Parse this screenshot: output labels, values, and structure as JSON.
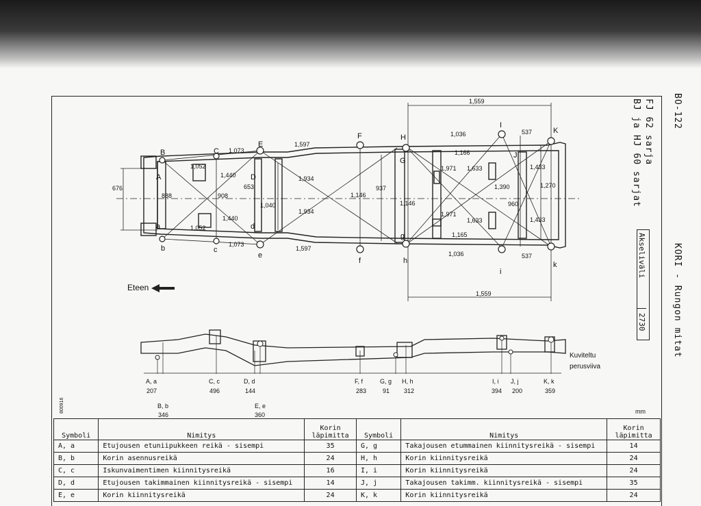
{
  "header": {
    "page_code": "BO-122",
    "model_line1": "FJ 62 sarja",
    "model_line2": "BJ ja HJ 60 sarjat",
    "section_title": "KORI - Rungon mitat"
  },
  "axle": {
    "label": "Akseliväli",
    "value": "2730"
  },
  "diagram": {
    "front_label": "Eteen",
    "baseline_label_1": "Kuviteltu",
    "baseline_label_2": "perusviiva",
    "unit": "mm",
    "figure_code": "800916",
    "point_letters": [
      "A",
      "B",
      "C",
      "D",
      "E",
      "F",
      "G",
      "H",
      "I",
      "J",
      "K",
      "a",
      "b",
      "c",
      "d",
      "e",
      "f",
      "g",
      "h",
      "i",
      "k"
    ],
    "dimensions": {
      "d676": "676",
      "d888": "888",
      "d908": "908",
      "d653": "653",
      "d1052a": "1,052",
      "d1052b": "1,052",
      "d1073a": "1,073",
      "d1073b": "1,073",
      "d1440a": "1,440",
      "d1440b": "1,440",
      "d1597a": "1,597",
      "d1597b": "1,597",
      "d1934a": "1,934",
      "d1934b": "1,934",
      "d1040": "1,040",
      "d1146a": "1,146",
      "d1146b": "1,146",
      "d937": "937",
      "d1559a": "1,559",
      "d1559b": "1,559",
      "d1036a": "1,036",
      "d1036b": "1,036",
      "d537a": "537",
      "d537b": "537",
      "d1166": "1,166",
      "d1165": "1,165",
      "d1971a": "1,971",
      "d1971b": "1,971",
      "d1633a": "1,633",
      "d1633b": "1,633",
      "d1390": "1,390",
      "d960": "960",
      "d1433a": "1,433",
      "d1433b": "1,433",
      "d1270": "1,270"
    },
    "heights": [
      {
        "sym": "A, a",
        "val": "207"
      },
      {
        "sym": "B, b",
        "val": "346"
      },
      {
        "sym": "C, c",
        "val": "496"
      },
      {
        "sym": "D, d",
        "val": "144"
      },
      {
        "sym": "E, e",
        "val": "360"
      },
      {
        "sym": "F, f",
        "val": "283"
      },
      {
        "sym": "G, g",
        "val": "91"
      },
      {
        "sym": "H, h",
        "val": "312"
      },
      {
        "sym": "I, i",
        "val": "394"
      },
      {
        "sym": "J, j",
        "val": "200"
      },
      {
        "sym": "K, k",
        "val": "359"
      }
    ]
  },
  "table": {
    "headers": {
      "symbol": "Symboli",
      "name": "Nimitys",
      "diameter_1": "Korin",
      "diameter_2": "läpimitta"
    },
    "rows": [
      {
        "s1": "A, a",
        "n1": "Etujousen etuniipukkeen reikä - sisempi",
        "d1": "35",
        "s2": "G, g",
        "n2": "Takajousen etummainen kiinnitysreikä - sisempi",
        "d2": "14"
      },
      {
        "s1": "B, b",
        "n1": "Korin asennusreikä",
        "d1": "24",
        "s2": "H, h",
        "n2": "Korin kiinnitysreikä",
        "d2": "24"
      },
      {
        "s1": "C, c",
        "n1": "Iskunvaimentimen kiinnitysreikä",
        "d1": "16",
        "s2": "I, i",
        "n2": "Korin kiinnitysreikä",
        "d2": "24"
      },
      {
        "s1": "D, d",
        "n1": "Etujousen takimmainen kiinnitysreikä - sisempi",
        "d1": "14",
        "s2": "J, j",
        "n2": "Takajousen takimm. kiinnitysreikä - sisempi",
        "d2": "35"
      },
      {
        "s1": "E, e",
        "n1": "Korin kiinnitysreikä",
        "d1": "24",
        "s2": "K, k",
        "n2": "Korin kiinnitysreikä",
        "d2": "24"
      }
    ]
  }
}
